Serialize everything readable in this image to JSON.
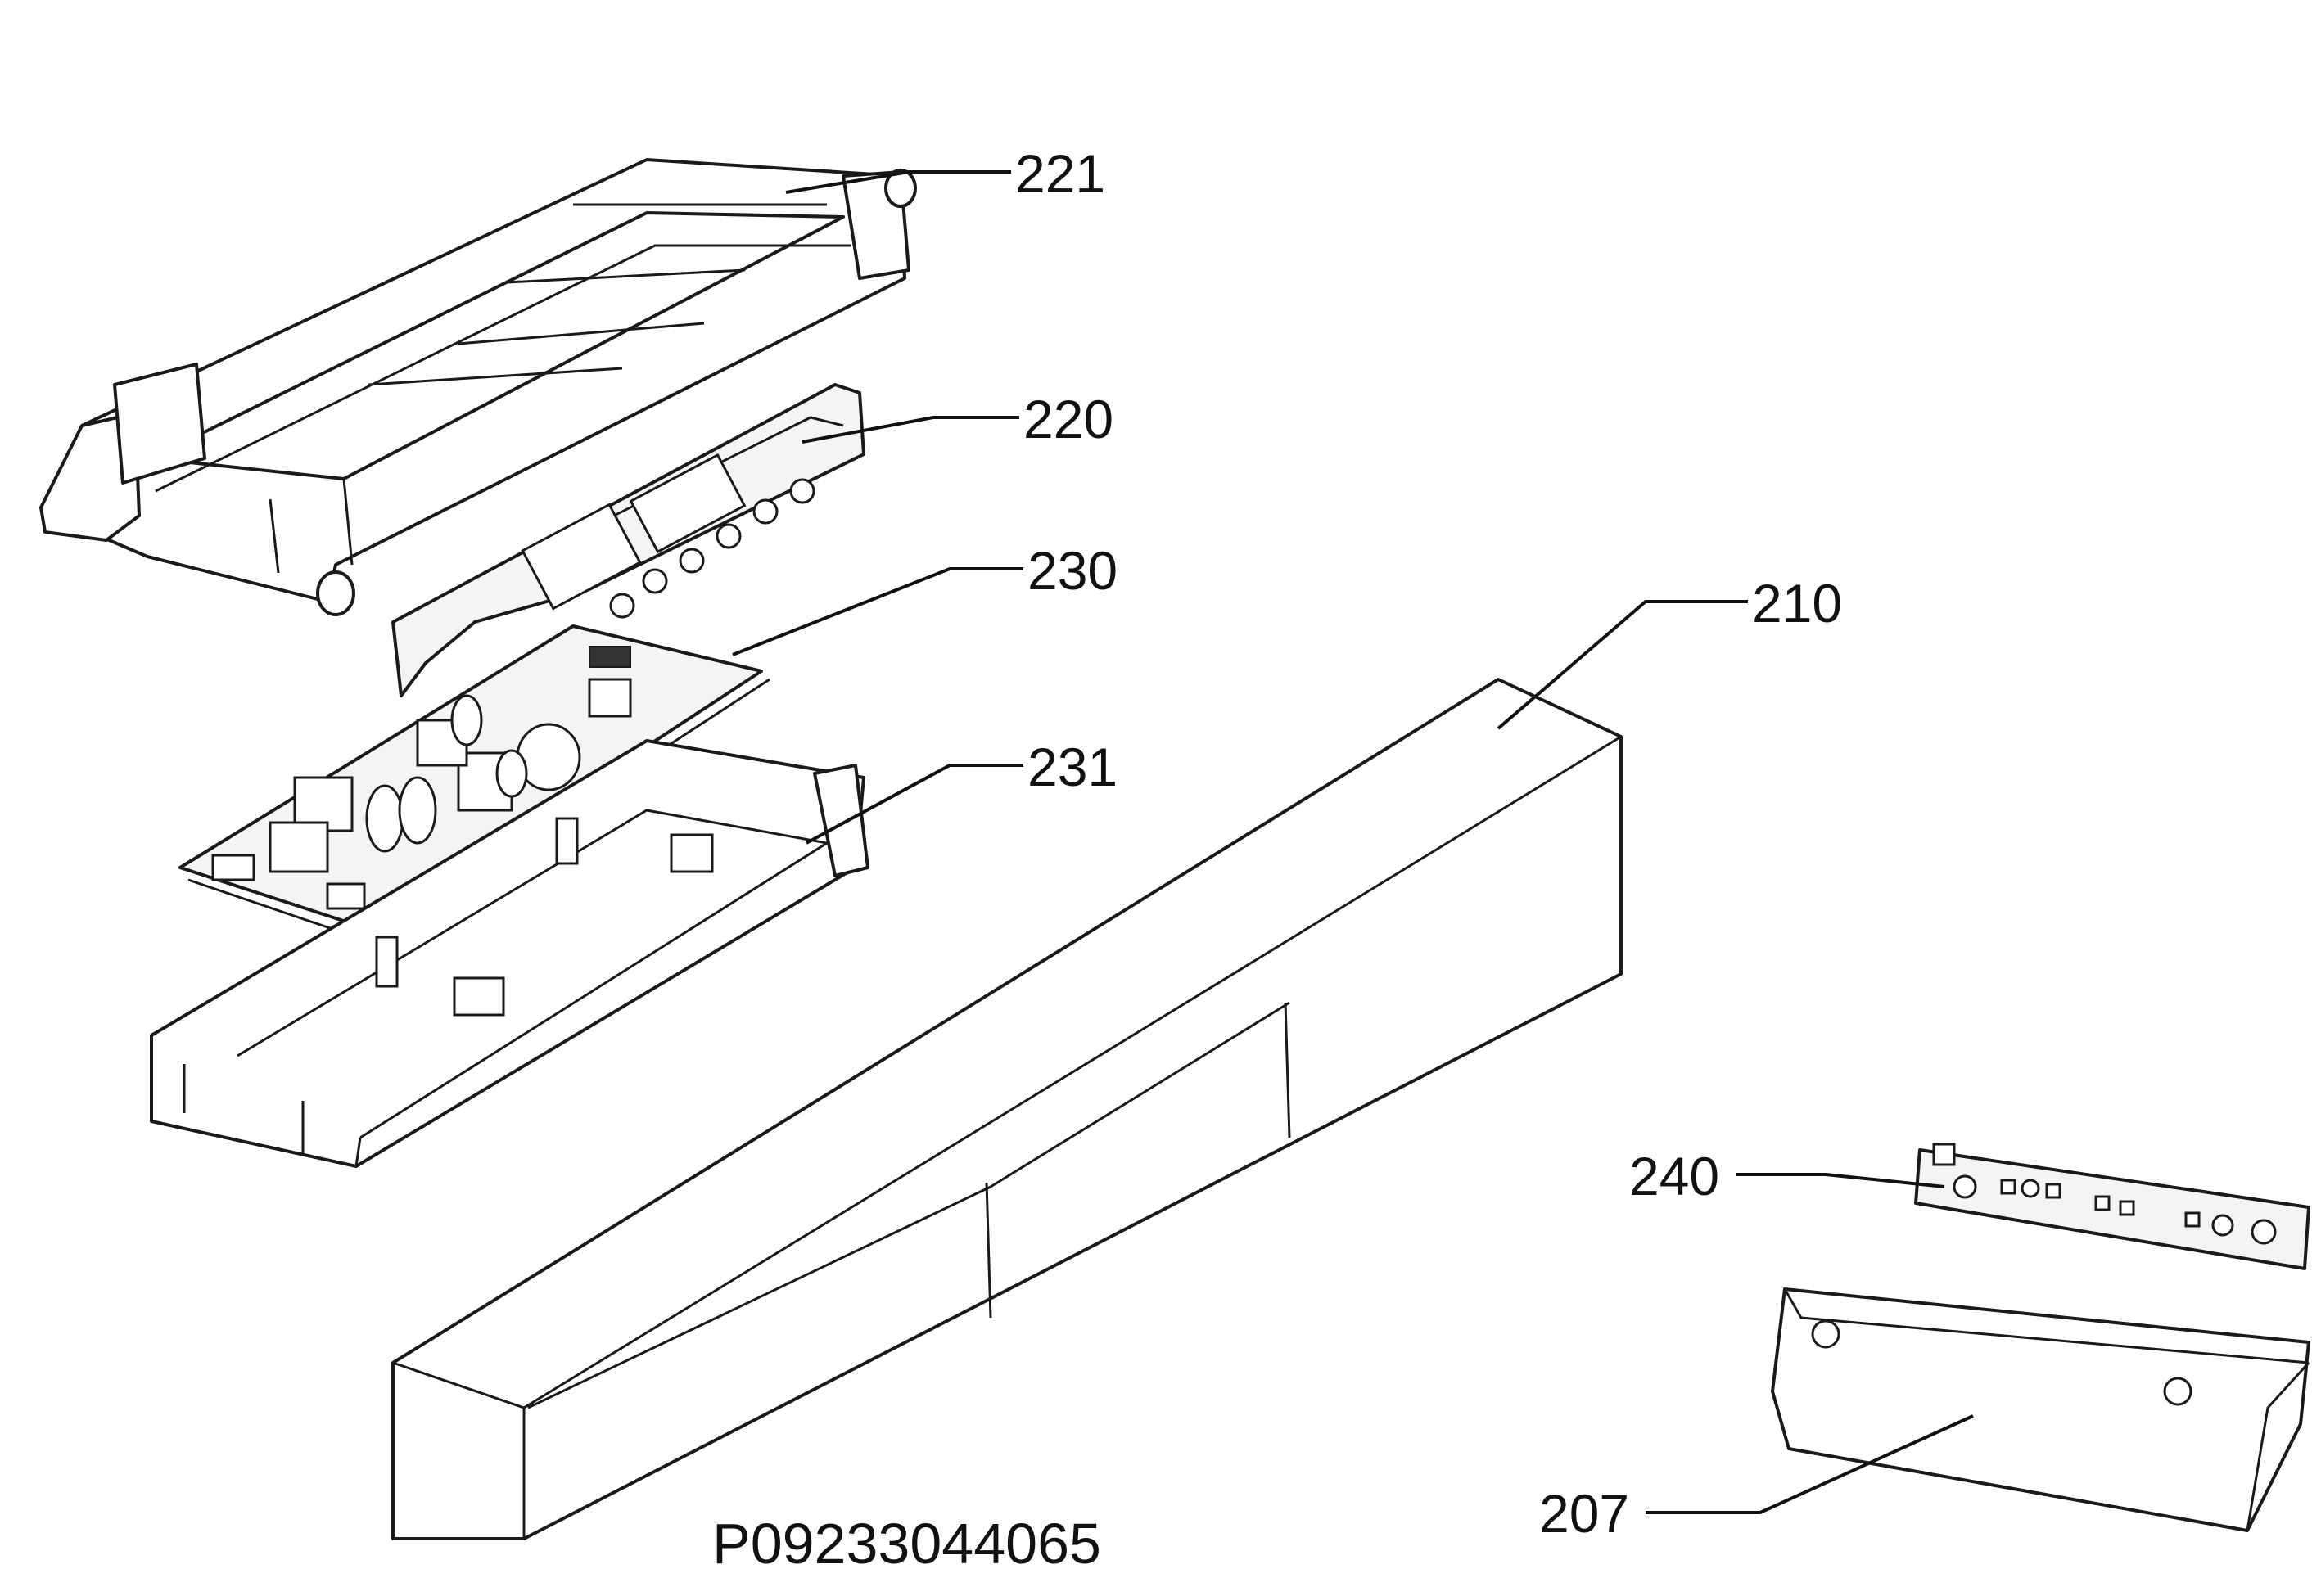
{
  "diagram": {
    "drawing_code": "P09233044065",
    "colors": {
      "line": "#1a1a1a",
      "background": "#ffffff",
      "board_fill": "#f4f4f4"
    },
    "parts": [
      {
        "id": "221",
        "label": "221"
      },
      {
        "id": "220",
        "label": "220"
      },
      {
        "id": "230",
        "label": "230"
      },
      {
        "id": "231",
        "label": "231"
      },
      {
        "id": "210",
        "label": "210"
      },
      {
        "id": "240",
        "label": "240"
      },
      {
        "id": "207",
        "label": "207"
      }
    ]
  }
}
